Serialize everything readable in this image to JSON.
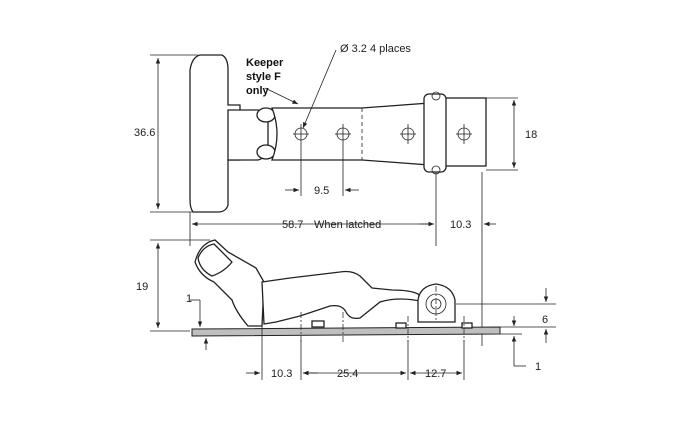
{
  "labels": {
    "keeper_line1": "Keeper",
    "keeper_line2": "style F",
    "keeper_line3": "only",
    "hole_callout": "Ø 3.2  4 places",
    "height_total": "36.6",
    "hole_span": "18",
    "hole_pitch": "9.5",
    "latched_length": "58.7",
    "latched_note": "When latched",
    "keeper_offset": "10.3",
    "side_height": "19",
    "plate_thickness_left": "1",
    "plate_height": "6",
    "plate_thickness_right": "1",
    "bottom_offset": "10.3",
    "bottom_span": "25.4",
    "bottom_end": "12.7"
  },
  "colors": {
    "line": "#222222",
    "plate_fill": "#bfbfbf"
  }
}
